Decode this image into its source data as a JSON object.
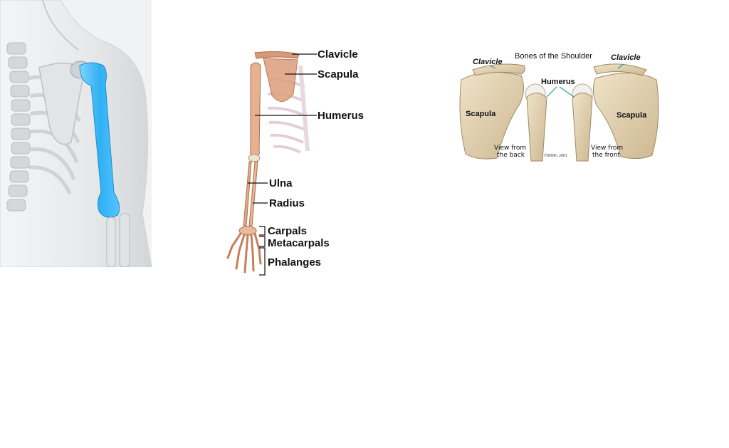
{
  "arm_diagram": {
    "labels": {
      "clavicle": "Clavicle",
      "scapula": "Scapula",
      "humerus": "Humerus",
      "ulna": "Ulna",
      "radius": "Radius",
      "carpals": "Carpals",
      "metacarpals": "Metacarpals",
      "phalanges": "Phalanges"
    }
  },
  "shoulder_diagram": {
    "title": "Bones of the Shoulder",
    "clavicle_left": "Clavicle",
    "clavicle_right": "Clavicle",
    "humerus": "Humerus",
    "scapula_left": "Scapula",
    "scapula_right": "Scapula",
    "view_back_line1": "View from",
    "view_back_line2": "the back",
    "view_front_line1": "View from",
    "view_front_line2": "the front",
    "copyright": "©MMG 2001"
  },
  "colors": {
    "humerus_highlight": "#3fb8f5",
    "bone_tan": "#e8cfae",
    "bone_dark": "#c98a5e",
    "xray_gray": "#dfe3e6"
  }
}
